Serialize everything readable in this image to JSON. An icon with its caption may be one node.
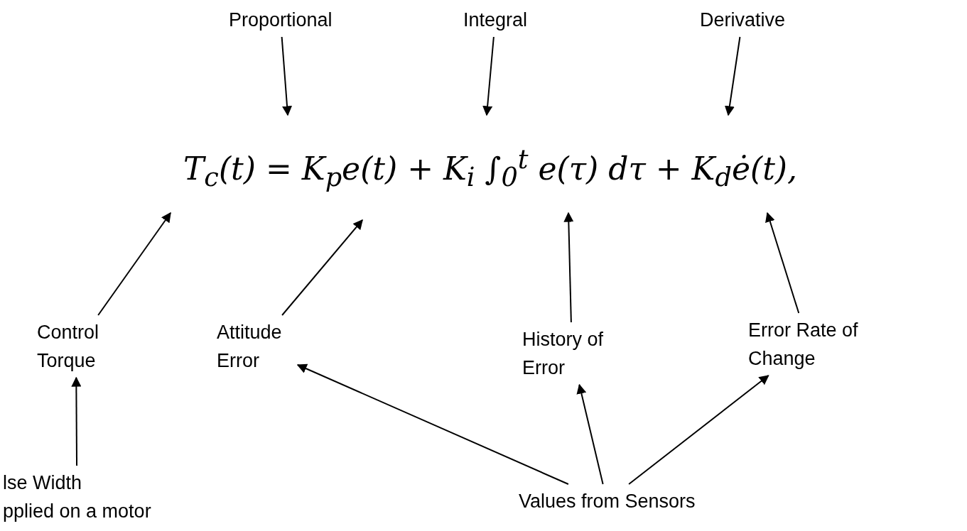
{
  "diagram": {
    "nodes": [
      {
        "text": [
          "Proportional"
        ]
      },
      {
        "text": [
          "Integral"
        ]
      },
      {
        "text": [
          "Derivative"
        ]
      },
      {
        "text": [
          "Control Torque"
        ]
      },
      {
        "text": [
          "Attitude Error"
        ]
      },
      {
        "text": [
          "History of Error"
        ]
      },
      {
        "text": [
          "Error Rate of Change"
        ]
      },
      {
        "text": [
          "lse Width",
          "pplied on a motor"
        ]
      },
      {
        "text": [
          "Values from Sensors"
        ]
      }
    ],
    "edges": [
      {
        "from": 0,
        "to": null,
        "arrow": "to"
      },
      {
        "from": 1,
        "to": null,
        "arrow": "to"
      },
      {
        "from": 2,
        "to": null,
        "arrow": "to"
      },
      {
        "from": 3,
        "to": null,
        "arrow": "to"
      },
      {
        "from": 4,
        "to": null,
        "arrow": "to"
      },
      {
        "from": 5,
        "to": null,
        "arrow": "to"
      },
      {
        "from": 6,
        "to": null,
        "arrow": "to"
      },
      {
        "from": 7,
        "to": 3,
        "arrow": "to"
      },
      {
        "from": 8,
        "to": 4,
        "arrow": "to"
      },
      {
        "from": 8,
        "to": 5,
        "arrow": "to"
      },
      {
        "from": 8,
        "to": 6,
        "arrow": "to"
      }
    ],
    "labels": [
      "T$_{c}$(t) = K$_{p}$e(t) + K$_{i}$ ∫$_{0}$$^{t}$ e(τ) dτ + K$_{d}$ė(t),"
    ]
  }
}
